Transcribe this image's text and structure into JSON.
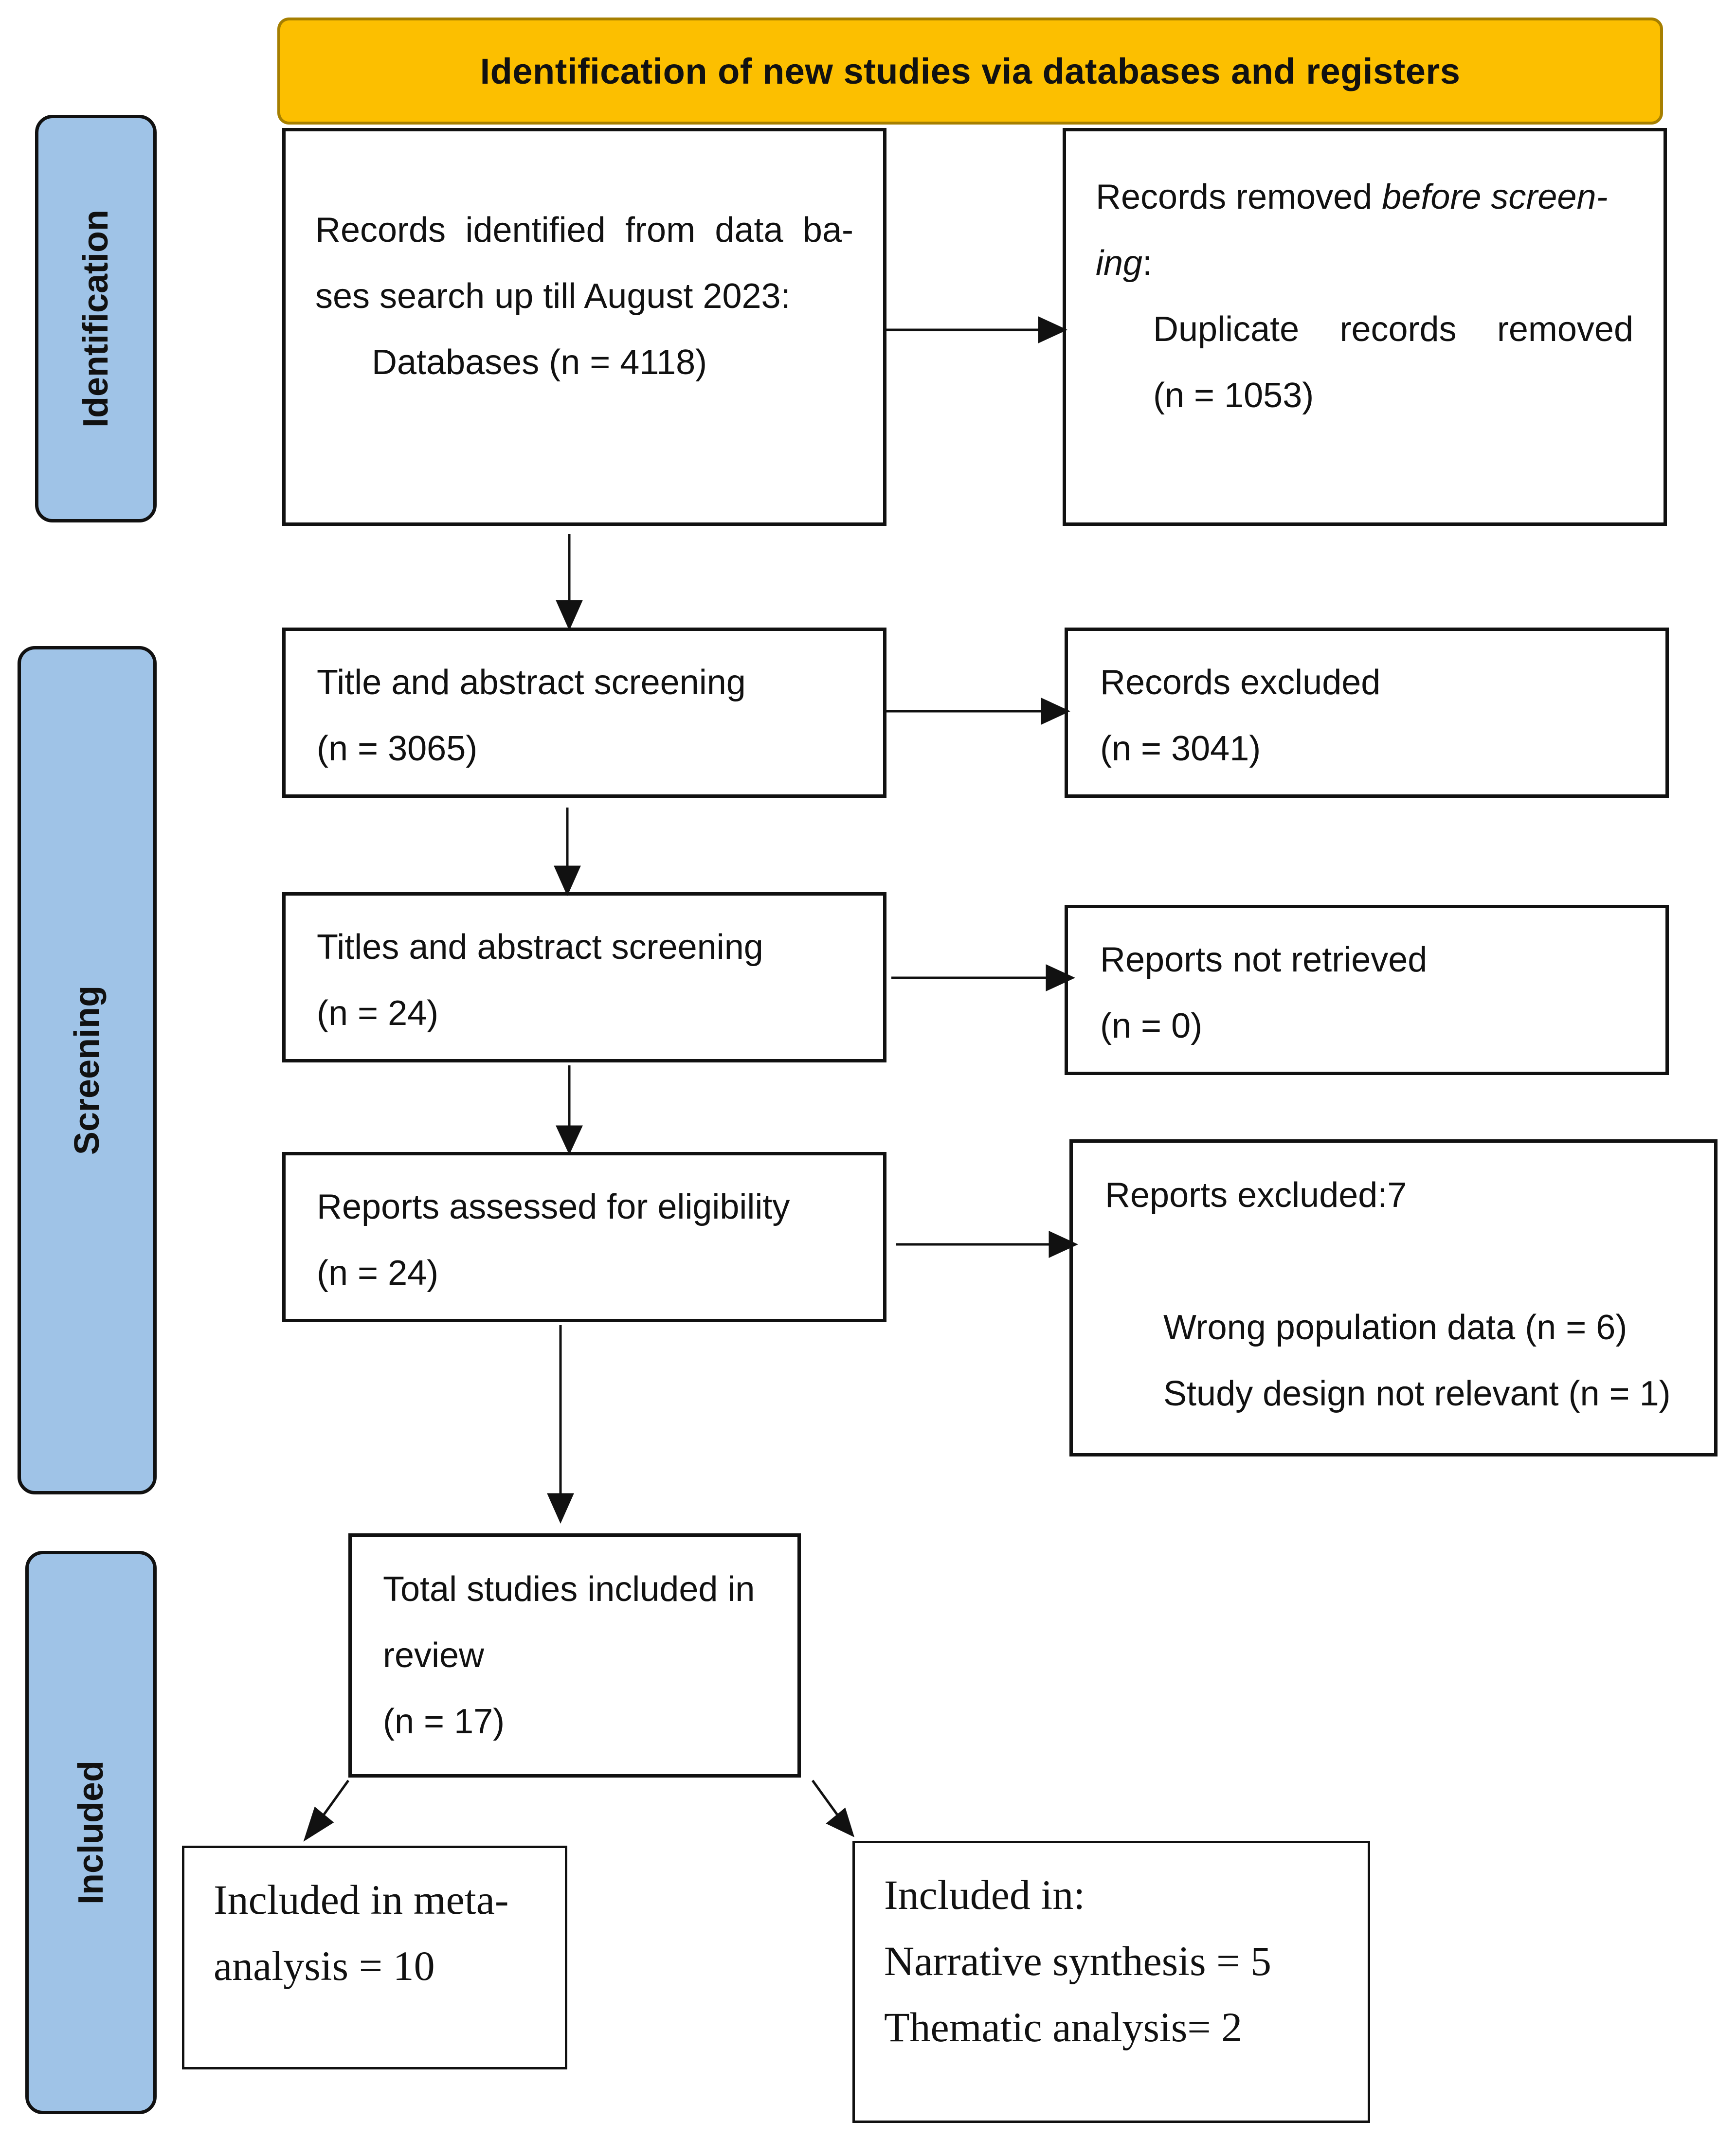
{
  "header": {
    "title": "Identification of new studies via databases and registers"
  },
  "phases": {
    "identification": "Identification",
    "screening": "Screening",
    "included": "Included"
  },
  "boxes": {
    "records_identified": {
      "line1_words": [
        "Records",
        "identified",
        "from",
        "data",
        "ba-"
      ],
      "line2": "ses search up till August 2023:",
      "line3": "Databases (n = 4118)"
    },
    "records_removed": {
      "line1_prefix": "Records removed ",
      "line1_italic": "before screen-",
      "line2_italic": "ing",
      "line2_suffix": ":",
      "line3_words": [
        "Duplicate",
        "records",
        "removed"
      ],
      "line4": "(n = 1053)"
    },
    "title_abstract_screening": {
      "label": "Title and abstract screening",
      "count": "(n = 3065)"
    },
    "records_excluded": {
      "label": "Records excluded",
      "count": "(n = 3041)"
    },
    "titles_abstract_screening": {
      "label": "Titles and abstract screening",
      "count": "(n = 24)"
    },
    "reports_not_retrieved": {
      "label": "Reports not retrieved",
      "count": "(n = 0)"
    },
    "reports_assessed": {
      "label": "Reports assessed for eligibility",
      "count": "(n = 24)"
    },
    "reports_excluded": {
      "label": "Reports excluded:7",
      "reason1": "Wrong population data (n = 6)",
      "reason2": "Study design not relevant (n = 1)"
    },
    "total_included": {
      "line1": "Total studies included in",
      "line2": "review",
      "count": "(n = 17)"
    },
    "meta_analysis": {
      "line1": "Included in meta-",
      "line2": "analysis = 10"
    },
    "included_in": {
      "line1": "Included in:",
      "line2": "Narrative synthesis = 5",
      "line3": "Thematic analysis= 2"
    }
  },
  "colors": {
    "banner": "#fcbf00",
    "banner_border": "#a67f00",
    "phase": "#9fc3e7"
  }
}
